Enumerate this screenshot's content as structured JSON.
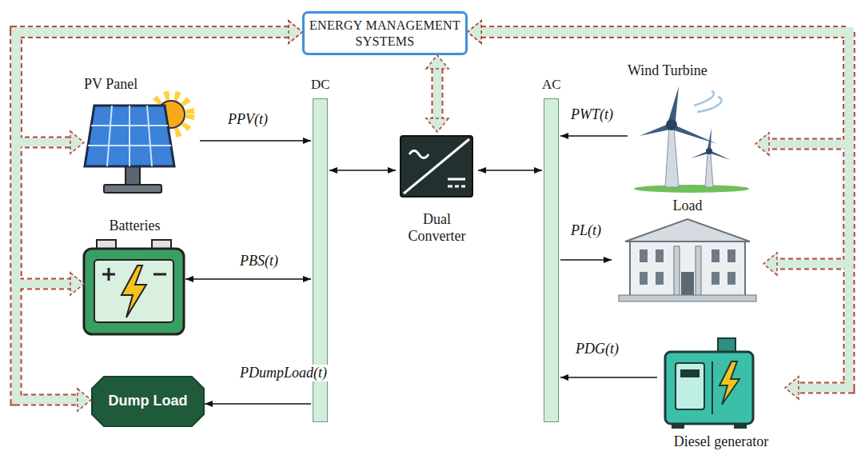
{
  "diagram": {
    "nodes": [
      {
        "text": [
          "ENERGY MANAGEMENT SYSTEMS"
        ]
      },
      {
        "text": [
          "PV Panel"
        ]
      },
      {
        "text": [
          "DC"
        ]
      },
      {
        "text": [
          "Dual Converter"
        ]
      },
      {
        "text": [
          "AC"
        ]
      },
      {
        "text": [
          "Wind Turbine"
        ]
      },
      {
        "text": [
          "Batteries"
        ]
      },
      {
        "text": [
          "Load"
        ]
      },
      {
        "text": [
          "Dump Load"
        ]
      },
      {
        "text": [
          "Diesel generator"
        ]
      }
    ],
    "edges": [
      {
        "from": 1,
        "to": 2,
        "arrow": "to",
        "label": "PPV(t)"
      },
      {
        "from": 6,
        "to": 2,
        "arrow": "both",
        "label": "PBS(t)"
      },
      {
        "from": 2,
        "to": 8,
        "arrow": "to",
        "label": "PDumpLoad(t)"
      },
      {
        "from": 2,
        "to": 3,
        "arrow": "both"
      },
      {
        "from": 3,
        "to": 4,
        "arrow": "both"
      },
      {
        "from": 5,
        "to": 4,
        "arrow": "to",
        "label": "PWT(t)"
      },
      {
        "from": 4,
        "to": 7,
        "arrow": "to",
        "label": "PL(t)"
      },
      {
        "from": 9,
        "to": 4,
        "arrow": "to",
        "label": "PDG(t)"
      },
      {
        "from": 0,
        "to": 3,
        "arrow": "both"
      },
      {
        "from": 0,
        "to": 1,
        "arrow": "both"
      },
      {
        "from": 0,
        "to": 6,
        "arrow": "both"
      },
      {
        "from": 0,
        "to": 8,
        "arrow": "both"
      },
      {
        "from": 0,
        "to": 5,
        "arrow": "both"
      },
      {
        "from": 0,
        "to": 7,
        "arrow": "both"
      },
      {
        "from": 0,
        "to": 9,
        "arrow": "both"
      }
    ]
  }
}
